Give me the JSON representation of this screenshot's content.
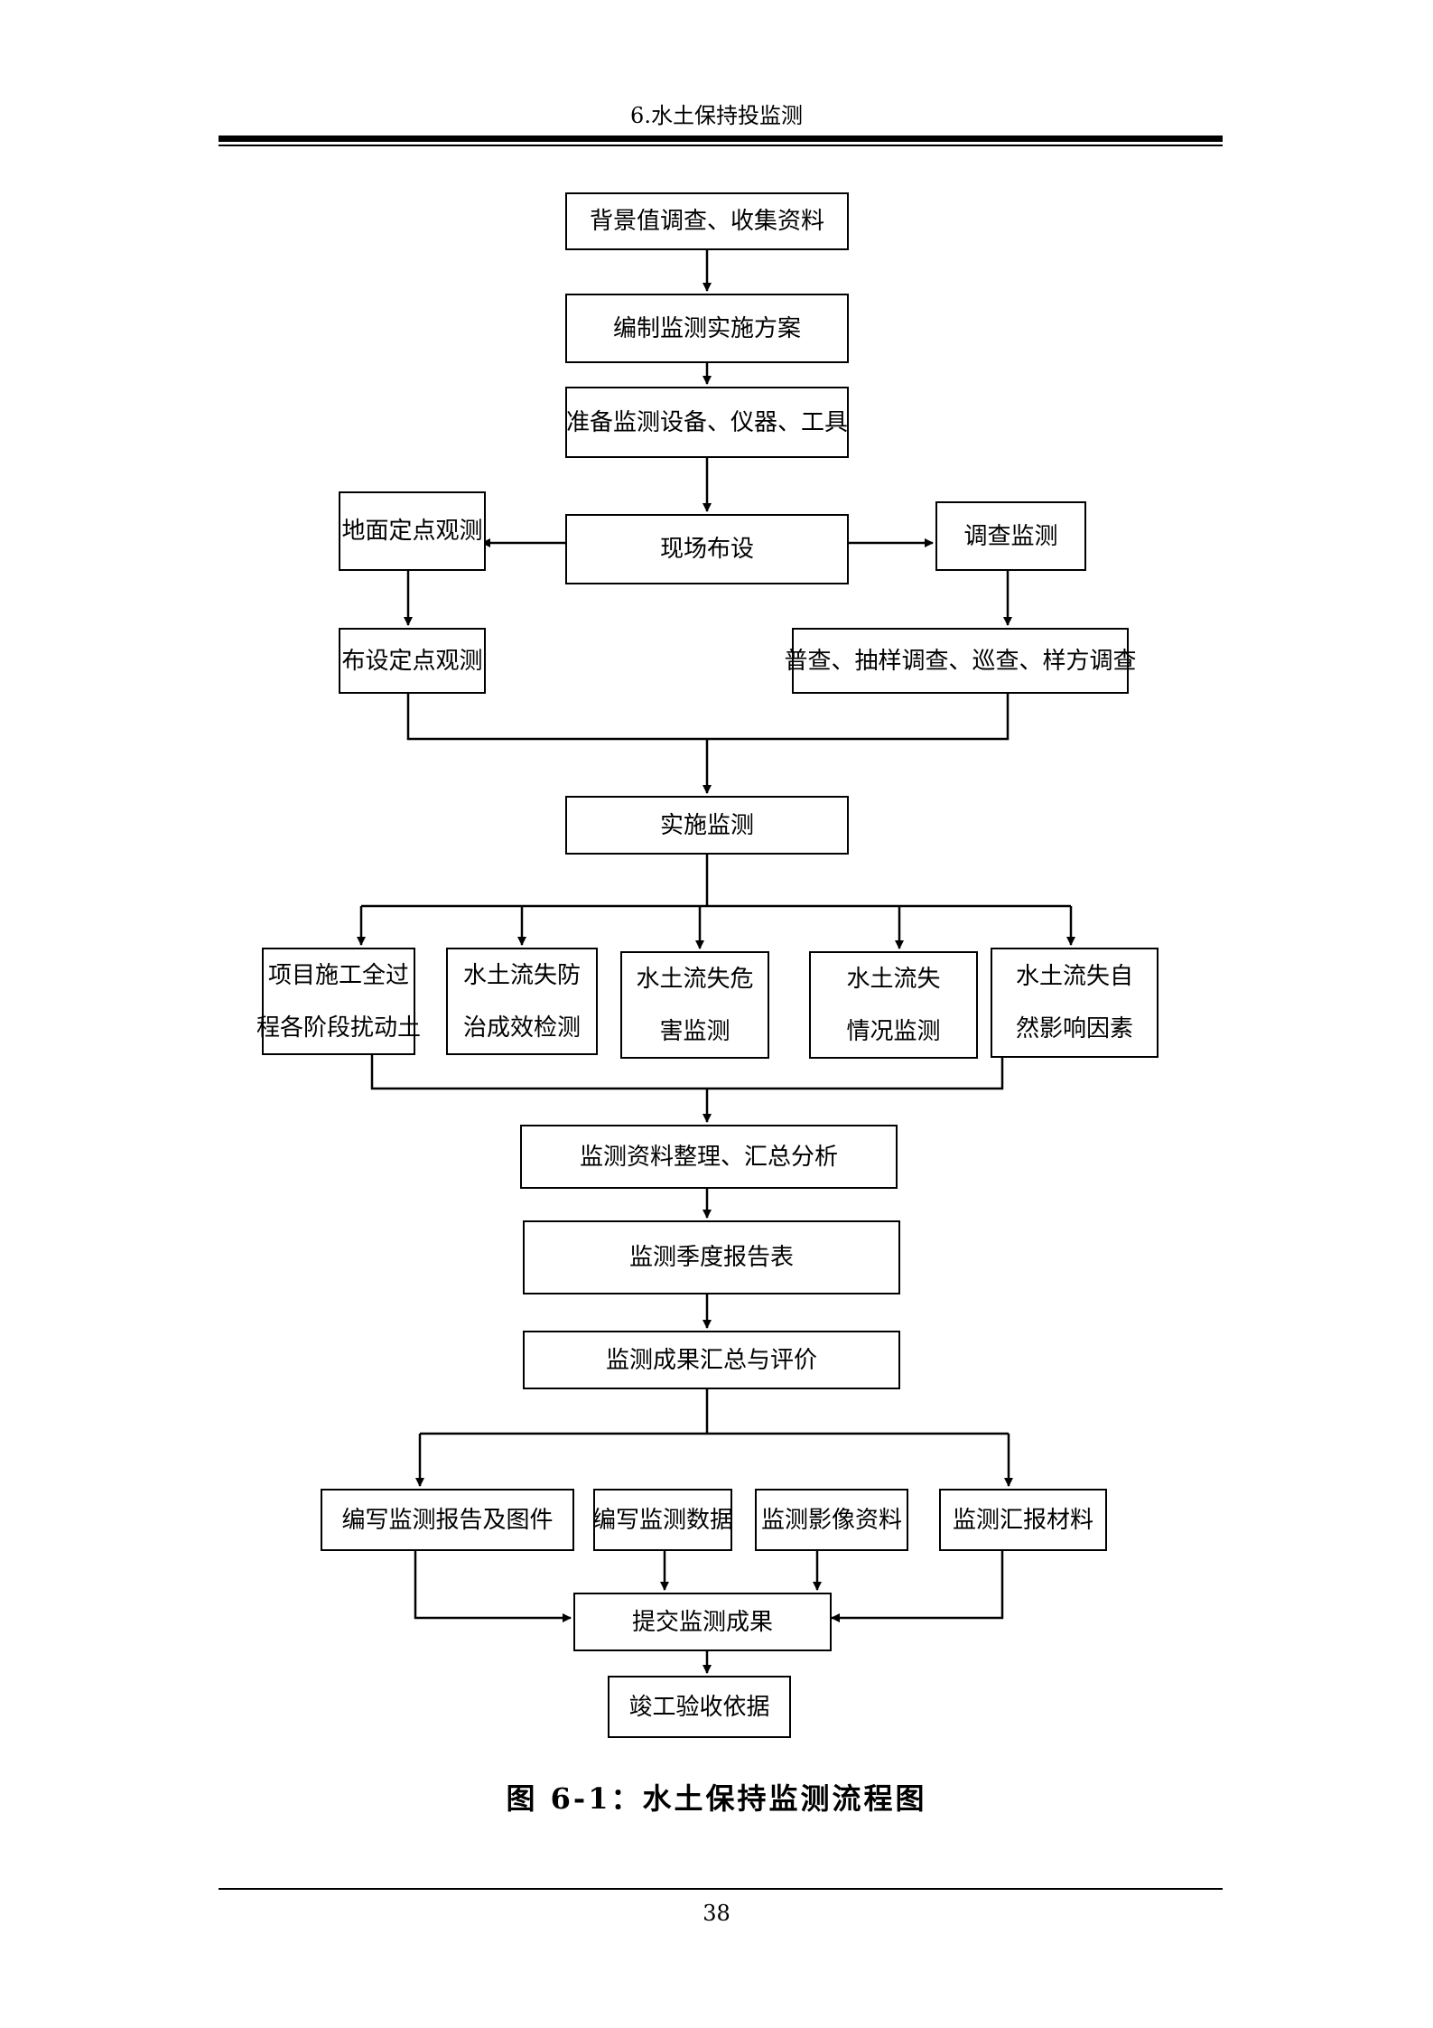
{
  "header": {
    "title": "6.水土保持投监测"
  },
  "page_number": "38",
  "caption": "图 6-1：水土保持监测流程图",
  "flow": {
    "bg_survey": "背景值调查、收集资料",
    "plan": "编制监测实施方案",
    "prepare": "准备监测设备、仪器、工具",
    "layout": "现场布设",
    "ground_obs": "地面定点观测",
    "survey_mon": "调查监测",
    "set_points": "布设定点观测",
    "survey_types": "普查、抽样调查、巡查、样方调查",
    "implement": "实施监测",
    "branch1": [
      "项目施工全过",
      "程各阶段扰动土"
    ],
    "branch2": [
      "水土流失防",
      "治成效检测"
    ],
    "branch3": [
      "水土流失危",
      "害监测"
    ],
    "branch4": [
      "水土流失",
      "情况监测"
    ],
    "branch5": [
      "水土流失自",
      "然影响因素"
    ],
    "organize": "监测资料整理、汇总分析",
    "quarterly": "监测季度报告表",
    "summary": "监测成果汇总与评价",
    "write_report": "编写监测报告及图件",
    "write_data": "编写监测数据",
    "images": "监测影像资料",
    "report_mat": "监测汇报材料",
    "submit": "提交监测成果",
    "acceptance": "竣工验收依据"
  }
}
